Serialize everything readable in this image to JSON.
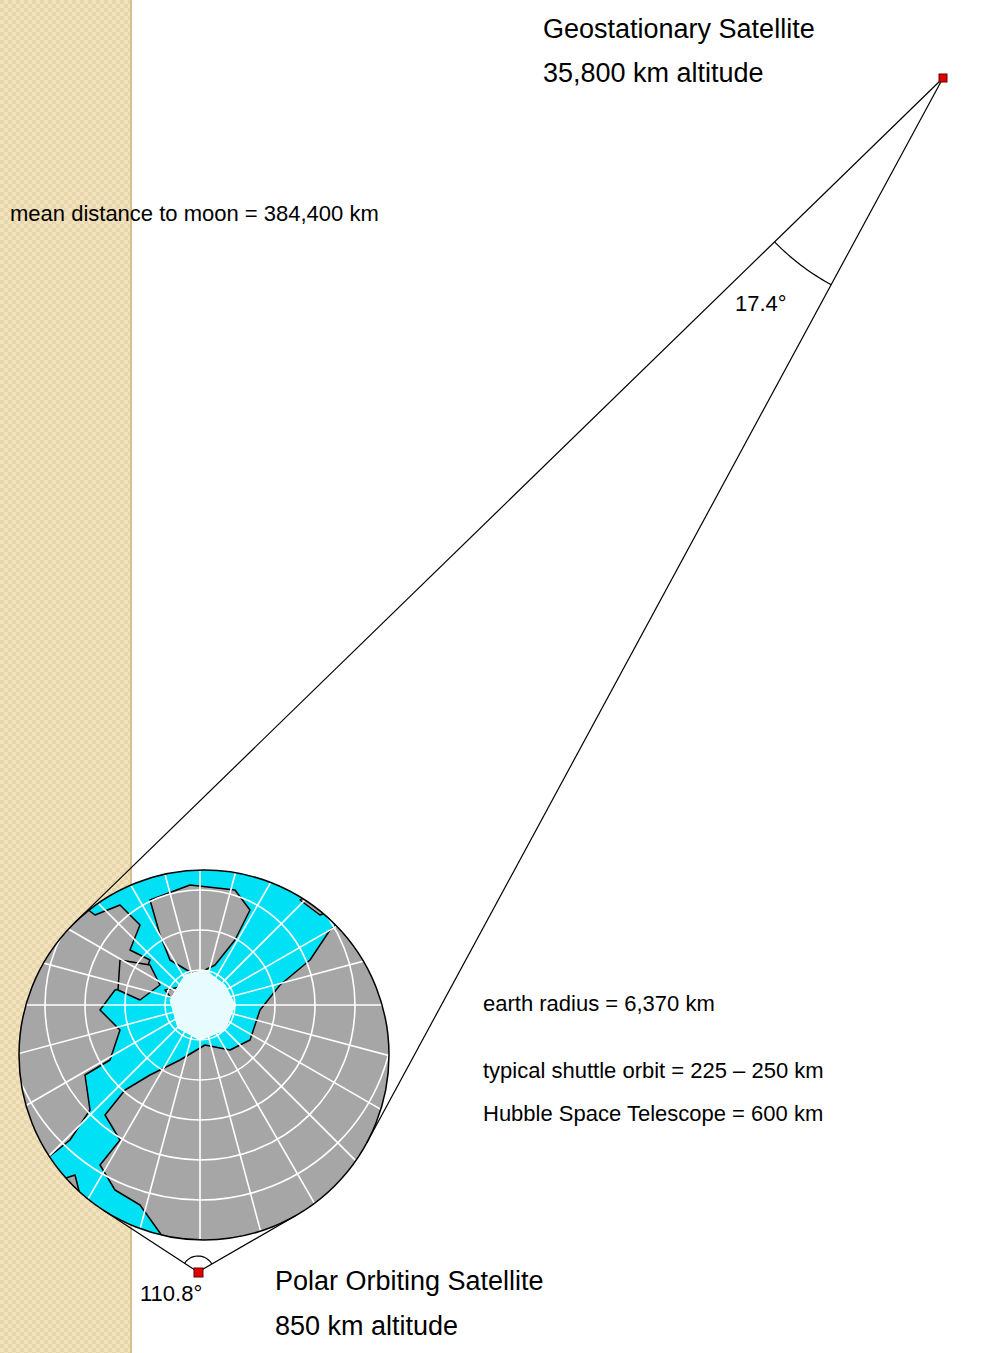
{
  "diagram": {
    "labels": [
      "Geostationary Satellite",
      "35,800 km altitude",
      "mean distance to moon = 384,400 km",
      "17.4°",
      "earth radius = 6,370 km",
      "typical shuttle orbit = 225 – 250 km",
      "Hubble Space Telescope = 600 km",
      "110.8°",
      "Polar Orbiting Satellite",
      "850 km altitude"
    ]
  }
}
